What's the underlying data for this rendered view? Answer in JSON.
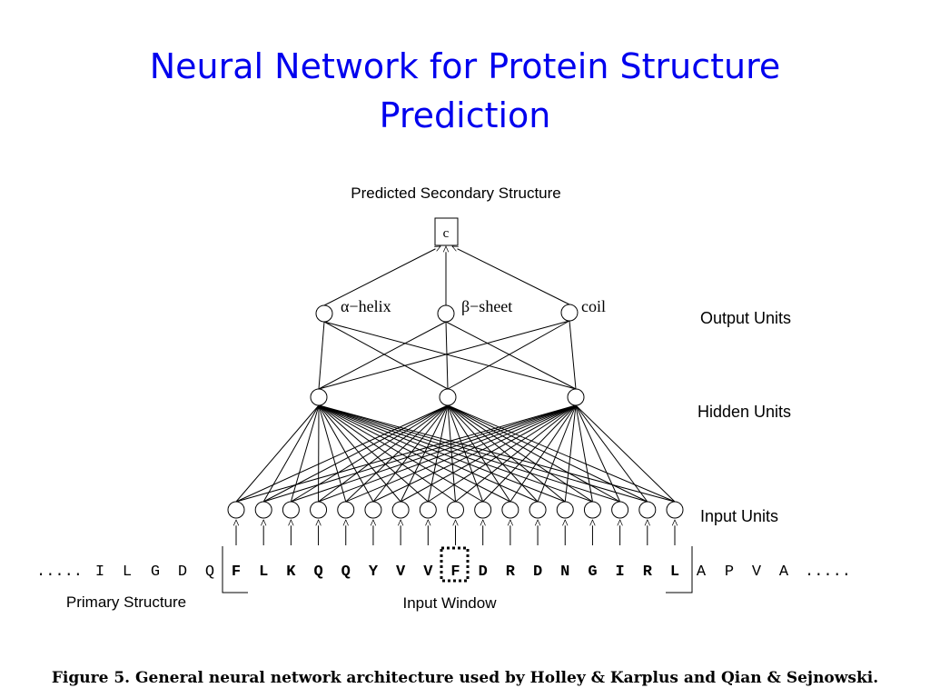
{
  "title": {
    "line1": "Neural Network for Protein Structure",
    "line2": "Prediction"
  },
  "diagram": {
    "top_label": "Predicted Secondary Structure",
    "predicted_class": "c",
    "output_labels": [
      "α−helix",
      "β−sheet",
      "coil"
    ],
    "layer_labels": {
      "output": "Output Units",
      "hidden": "Hidden Units",
      "input": "Input Units"
    },
    "hidden_unit_count": 3,
    "input_unit_count": 17,
    "sequence_left_dots": ".....",
    "sequence_left": [
      "I",
      "L",
      "G",
      "D",
      "Q"
    ],
    "sequence_window": [
      "F",
      "L",
      "K",
      "Q",
      "Q",
      "Y",
      "V",
      "V",
      "F",
      "D",
      "R",
      "D",
      "N",
      "G",
      "I",
      "R",
      "L"
    ],
    "window_center_index": 8,
    "sequence_right": [
      "A",
      "P",
      "V",
      "A"
    ],
    "sequence_right_dots": ".....",
    "primary_label": "Primary Structure",
    "window_label": "Input Window"
  },
  "caption": "Figure 5.  General neural network architecture used by Holley & Karplus and Qian & Sejnowski."
}
